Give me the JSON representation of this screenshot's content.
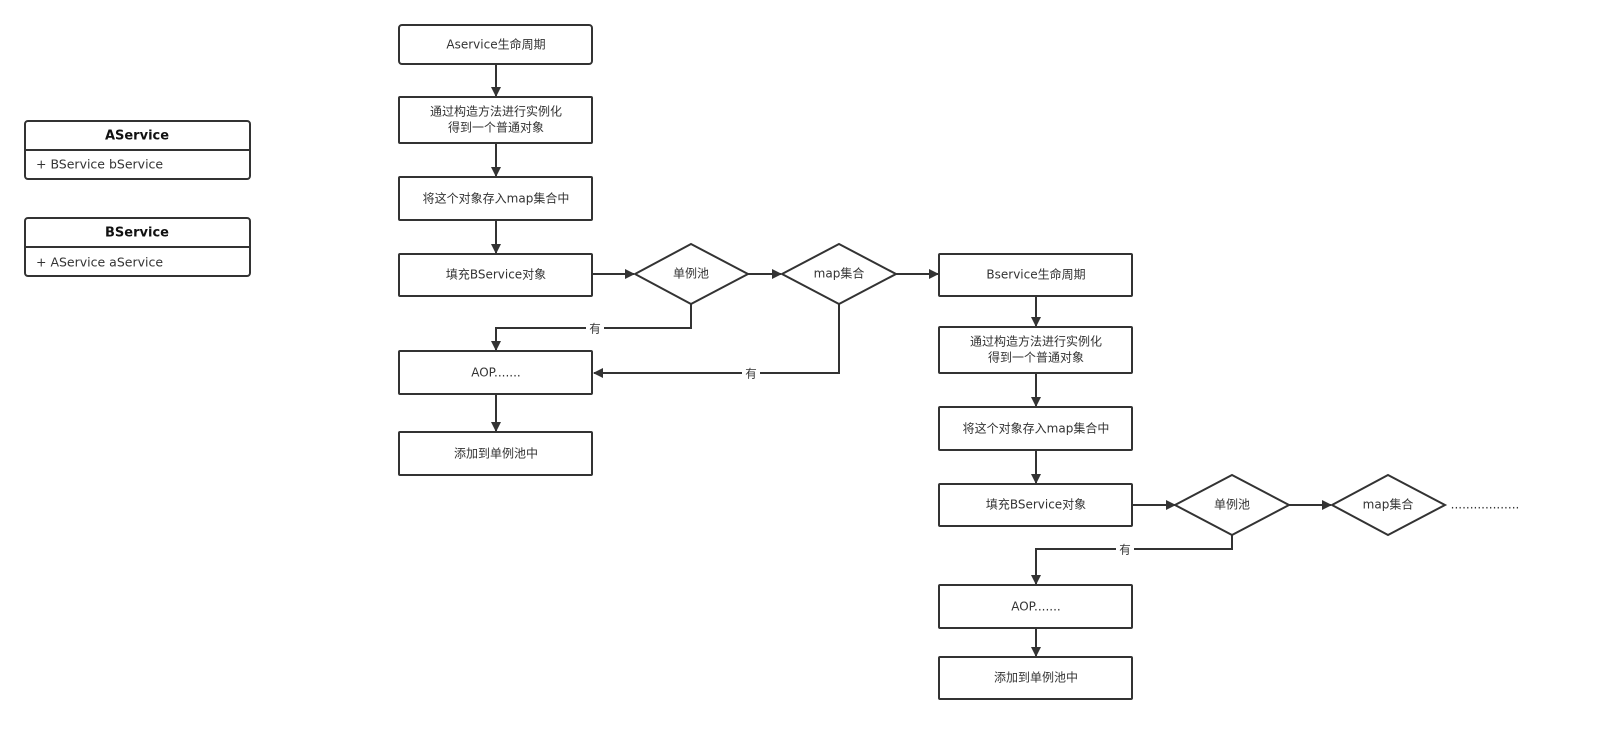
{
  "classes": {
    "aservice": {
      "title": "AService",
      "attr": "+ BService bService"
    },
    "bservice": {
      "title": "BService",
      "attr": "+ AService aService"
    }
  },
  "flow_a": {
    "title": "Aservice生命周期",
    "instantiate_line1": "通过构造方法进行实例化",
    "instantiate_line2": "得到一个普通对象",
    "store_map": "将这个对象存入map集合中",
    "fill": "填充BService对象",
    "singleton_pool": "单例池",
    "map_set": "map集合",
    "aop": "AOP.......",
    "add_pool": "添加到单例池中",
    "edge_yes_1": "有",
    "edge_yes_2": "有"
  },
  "flow_b": {
    "title": "Bservice生命周期",
    "instantiate_line1": "通过构造方法进行实例化",
    "instantiate_line2": "得到一个普通对象",
    "store_map": "将这个对象存入map集合中",
    "fill": "填充BService对象",
    "singleton_pool": "单例池",
    "map_set": "map集合",
    "ellipsis": "..................",
    "aop": "AOP.......",
    "add_pool": "添加到单例池中",
    "edge_yes": "有"
  }
}
